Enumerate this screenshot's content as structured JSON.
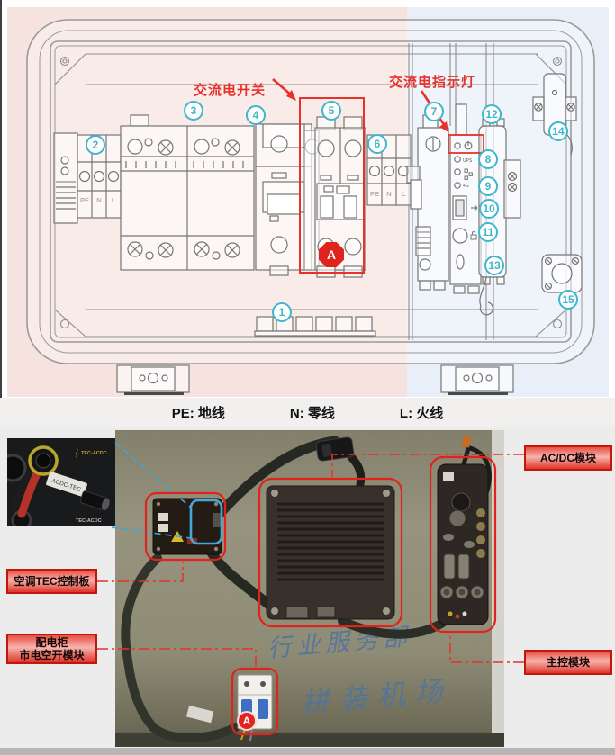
{
  "diagram": {
    "ac_switch_annotation": "交流电开关",
    "ac_indicator_annotation": "交流电指示灯",
    "marker_a": "A",
    "callout_numbers": [
      "1",
      "2",
      "3",
      "4",
      "5",
      "6",
      "7",
      "8",
      "9",
      "10",
      "11",
      "12",
      "13",
      "14",
      "15"
    ],
    "terminal_labels_left": [
      "PE",
      "N",
      "L"
    ],
    "terminal_labels_right": [
      "PE",
      "N",
      "L"
    ],
    "led_labels": {
      "ups": "UPS",
      "fourg": "4G"
    },
    "colors": {
      "left_tint": "#f6e3df",
      "right_tint": "#e9eff8",
      "callout_cyan": "#3fb6cc",
      "annotation_red": "#e8312a",
      "marker_red": "#e0231d"
    }
  },
  "legend": {
    "items": [
      "PE: 地线",
      "N: 零线",
      "L: 火线"
    ]
  },
  "photo": {
    "labels": {
      "acdc": "AC/DC模块",
      "tec": "空调TEC控制板",
      "breaker_line1": "配电柜",
      "breaker_line2": "市电空开模块",
      "main": "主控模块"
    },
    "marker_a": "A",
    "handwriting_line1": "行业服务部",
    "handwriting_line2": "拼装机场",
    "inset": {
      "top_label": "TEC-ACDC",
      "cable_label": "ACDC-TEC",
      "bottom_label": "TEC-ACDC"
    }
  }
}
